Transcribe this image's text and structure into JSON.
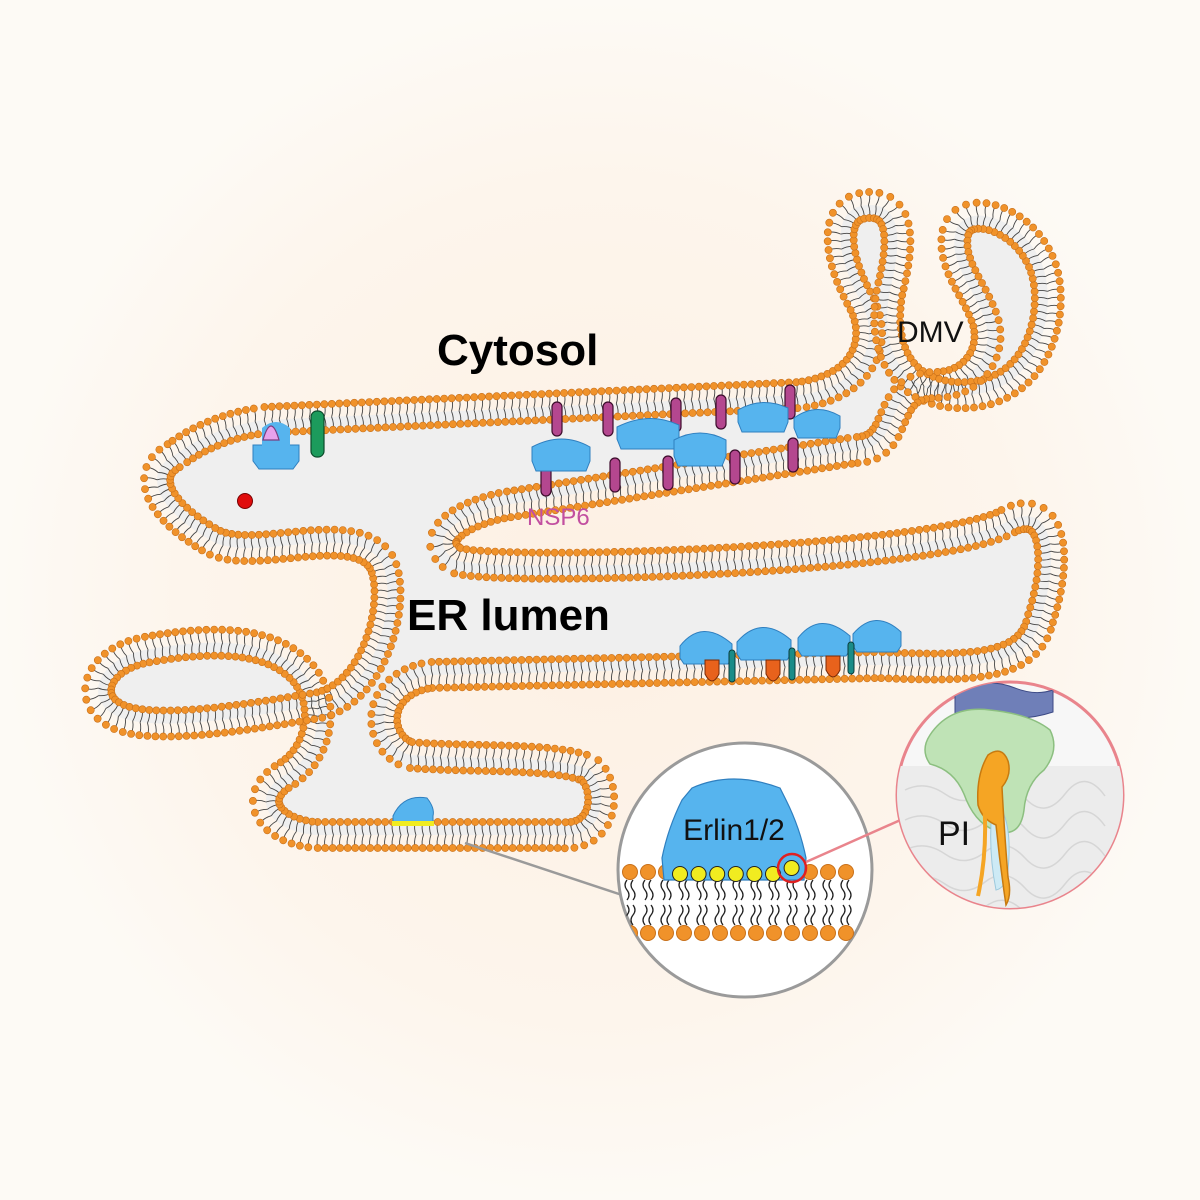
{
  "labels": {
    "cytosol": "Cytosol",
    "er_lumen": "ER lumen",
    "dmv": "DMV",
    "nsp6": "NSP6",
    "erlin": "Erlin1/2",
    "pi": "PI"
  },
  "colors": {
    "background": "#fdfaf5",
    "lumen": "#efefef",
    "lipid_head": "#f0922a",
    "lipid_head_stroke": "#c8701a",
    "lipid_tail": "#444444",
    "protein_blue": "#56b4ee",
    "nsp6": "#b4478f",
    "nsp6_label": "#c24fa0",
    "green_protein": "#1c9b5c",
    "pink_protein": "#e7a2ec",
    "orange_cap": "#e8621c",
    "teal_band": "#1a8c88",
    "red_dot": "#e00c0c",
    "pi_yellow": "#f1ec20",
    "zoom_ring": "#9a9a9a",
    "zoom_ring_pink": "#e9848c",
    "pi_highlight": "#e02020"
  },
  "icons": {
    "erlin_complex": "erlin-complex-icon",
    "nsp6_protein": "nsp6-protein-icon",
    "lipid": "lipid-icon"
  }
}
